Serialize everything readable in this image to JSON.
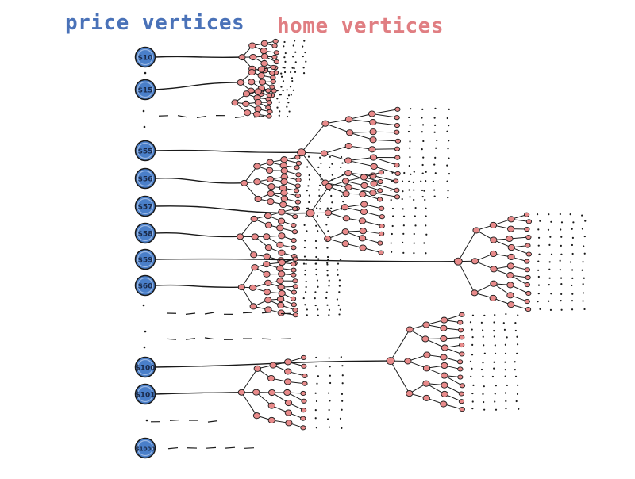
{
  "headers": {
    "price_label": "price vertices",
    "home_label": "home vertices"
  },
  "colors": {
    "price_text": "#4a72b8",
    "home_text": "#e07e82",
    "price_node_fill": "#4a7fc9",
    "home_node_fill": "#e88a8a",
    "edge": "#1a1a1a"
  },
  "price_nodes": [
    {
      "label": "$10"
    },
    {
      "label": "$15"
    },
    {
      "label": "$55"
    },
    {
      "label": "$56"
    },
    {
      "label": "$57"
    },
    {
      "label": "$58"
    },
    {
      "label": "$59"
    },
    {
      "label": "$60"
    },
    {
      "label": "$100"
    },
    {
      "label": "$101"
    },
    {
      "label": "$1000"
    }
  ]
}
